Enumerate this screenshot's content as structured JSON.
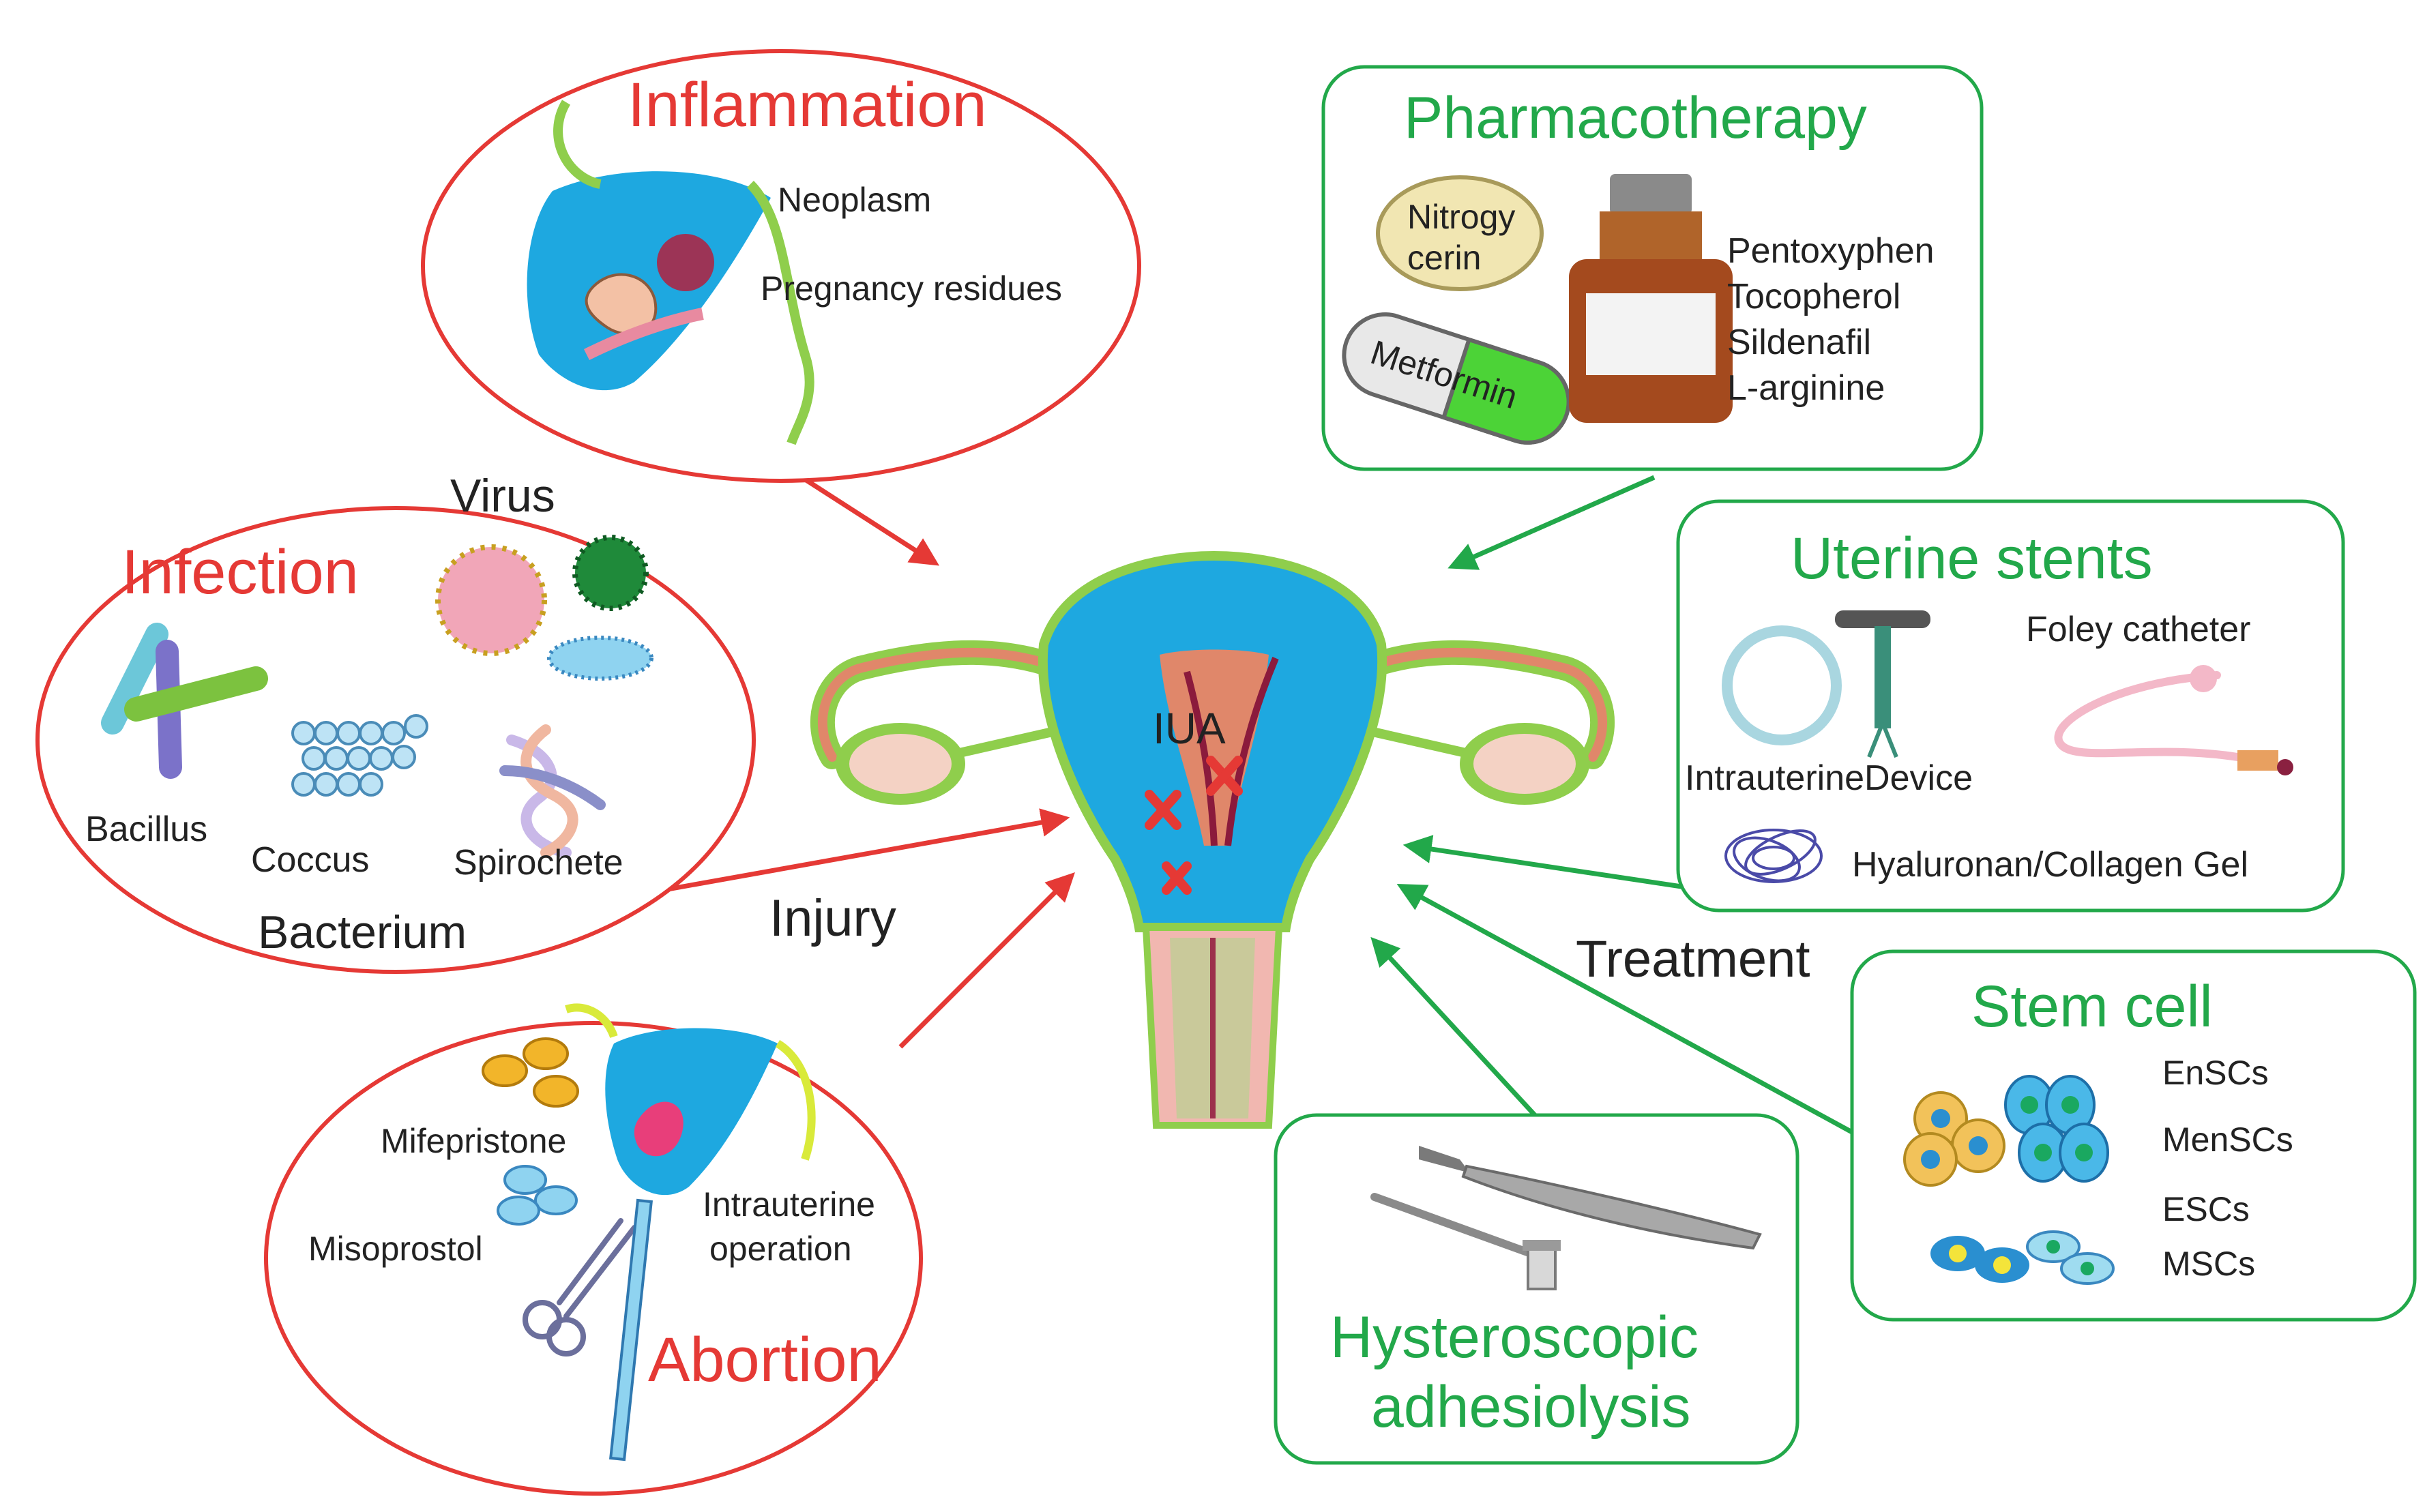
{
  "colors": {
    "cause_red": "#e53935",
    "treatment_green": "#22a84a",
    "uterus_blue": "#1ea8e0",
    "uterus_green": "#8fce4c",
    "tissue_salmon": "#e0876a",
    "text": "#222222"
  },
  "center": {
    "label": "IUA",
    "injury_label": "Injury",
    "treatment_label": "Treatment"
  },
  "inflammation": {
    "title": "Inflammation",
    "items": [
      "Neoplasm",
      "Pregnancy residues"
    ]
  },
  "infection": {
    "title": "Infection",
    "virus_label": "Virus",
    "bacterium_label": "Bacterium",
    "bacteria": [
      "Bacillus",
      "Coccus",
      "Spirochete"
    ]
  },
  "abortion": {
    "title": "Abortion",
    "items": [
      "Mifepristone",
      "Misoprostol",
      "Intrauterine",
      "operation"
    ]
  },
  "pharmacotherapy": {
    "title": "Pharmacotherapy",
    "pill_label_lines": [
      "Nitrogy",
      "cerin"
    ],
    "capsule_label": "Metformin",
    "drugs": [
      "Pentoxyphen",
      "Tocopherol",
      "Sildenafil",
      "L-arginine"
    ]
  },
  "uterine_stents": {
    "title": "Uterine stents",
    "items": [
      "Foley catheter",
      "IntrauterineDevice",
      "Hyaluronan/Collagen Gel"
    ]
  },
  "stem_cell": {
    "title": "Stem cell",
    "items": [
      "EnSCs",
      "MenSCs",
      "ESCs",
      "MSCs"
    ]
  },
  "hysteroscopic": {
    "title_lines": [
      "Hysteroscopic",
      "adhesiolysis"
    ]
  }
}
